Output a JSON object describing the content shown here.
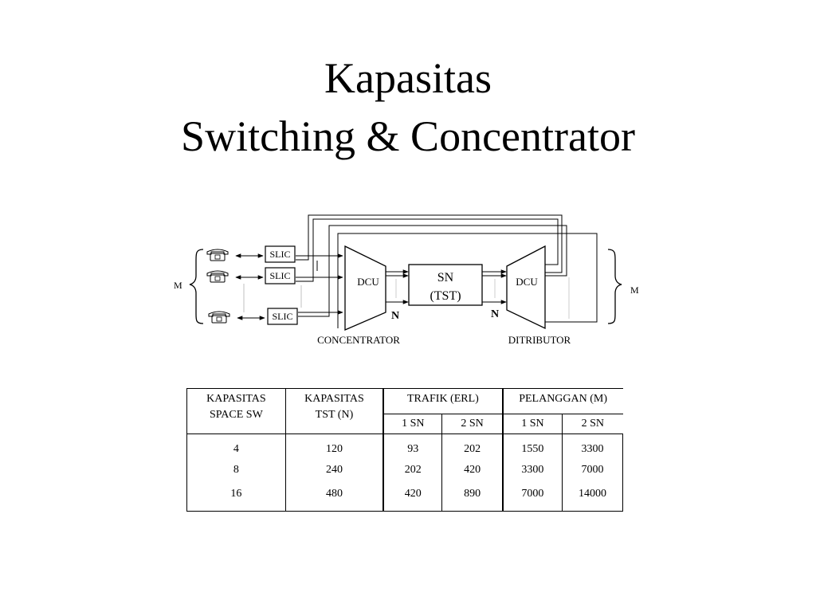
{
  "title": {
    "line1": "Kapasitas",
    "line2": "Switching & Concentrator"
  },
  "diagram": {
    "left_group_label": "M",
    "right_group_label": "M",
    "slic_labels": [
      "SLIC",
      "SLIC",
      "SLIC"
    ],
    "dcu_left": "DCU",
    "dcu_right": "DCU",
    "sn_line1": "SN",
    "sn_line2": "(TST)",
    "n_left": "N",
    "n_right": "N",
    "concentrator_label": "CONCENTRATOR",
    "distributor_label": "DITRIBUTOR"
  },
  "table": {
    "headers": {
      "space_sw": [
        "KAPASITAS",
        "SPACE SW"
      ],
      "tst": [
        "KAPASITAS",
        "TST (N)"
      ],
      "trafik": "TRAFIK (ERL)",
      "pelanggan": "PELANGGAN (M)",
      "sub_1sn": "1 SN",
      "sub_2sn": "2 SN"
    },
    "rows": [
      {
        "space_sw": "4",
        "tst": "120",
        "trafik_1sn": "93",
        "trafik_2sn": "202",
        "pel_1sn": "1550",
        "pel_2sn": "3300"
      },
      {
        "space_sw": "8",
        "tst": "240",
        "trafik_1sn": "202",
        "trafik_2sn": "420",
        "pel_1sn": "3300",
        "pel_2sn": "7000"
      },
      {
        "space_sw": "16",
        "tst": "480",
        "trafik_1sn": "420",
        "trafik_2sn": "890",
        "pel_1sn": "7000",
        "pel_2sn": "14000"
      }
    ]
  }
}
